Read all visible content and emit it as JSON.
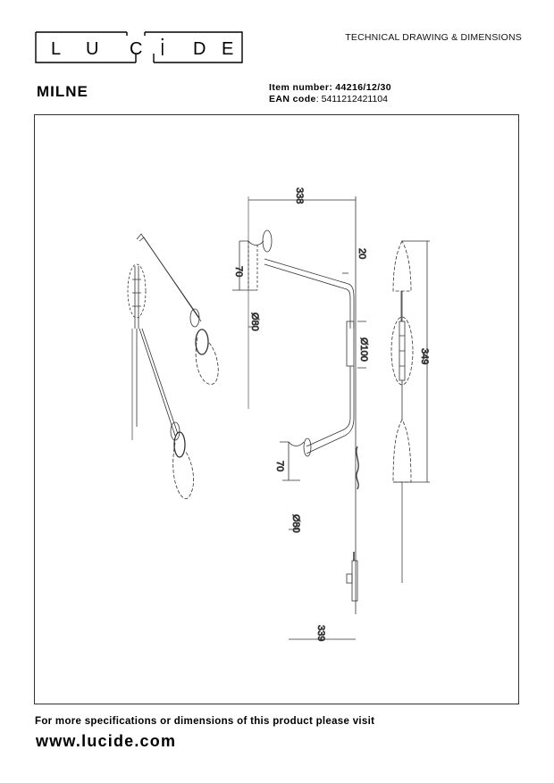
{
  "header": {
    "brand": "LUCIDE",
    "brand_letters": [
      "L",
      "U",
      "C",
      "I",
      "D",
      "E"
    ],
    "document_type": "TECHNICAL DRAWING & DIMENSIONS"
  },
  "product": {
    "name": "MILNE",
    "item_number_label": "Item number:",
    "item_number": "44216/12/30",
    "ean_label": "EAN code",
    "ean_value": ": 5411212421104"
  },
  "drawing": {
    "dimensions": {
      "width_total": "338",
      "depth": "339",
      "height_total": "349",
      "shade_height_top": "70",
      "shade_height_bottom": "70",
      "shade_diameter_top": "Ø80",
      "shade_diameter_bottom": "Ø80",
      "wall_offset": "20",
      "base_plate": "Ø100"
    },
    "views": [
      "perspective-view",
      "side-view",
      "front-view"
    ]
  },
  "footer": {
    "note": "For more specifications or dimensions of this product please visit",
    "url": "www.lucide.com"
  }
}
